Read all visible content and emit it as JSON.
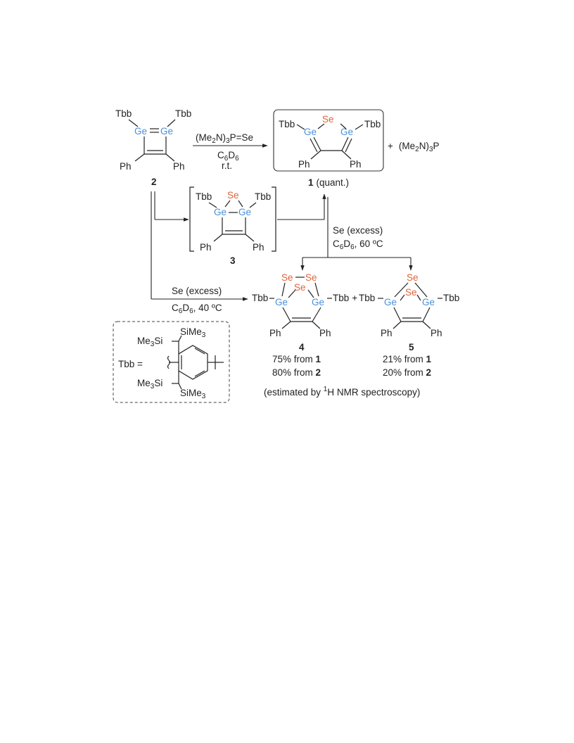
{
  "atoms": {
    "ge": "Ge",
    "se": "Se",
    "tbb": "Tbb",
    "ph": "Ph"
  },
  "colors": {
    "germanium": "#4a90d9",
    "selenium": "#e0643a",
    "ink": "#222222"
  },
  "labels": {
    "c1": "1",
    "c2": "2",
    "c3": "3",
    "c4": "4",
    "c5": "5",
    "quant": "(quant.)"
  },
  "conditions": {
    "reagent_top_a": "(Me",
    "reagent_top_b": "2",
    "reagent_top_c": "N)",
    "reagent_top_d": "3",
    "reagent_top_e": "P=Se",
    "solvent_a": "C",
    "solvent_b": "6",
    "solvent_c": "D",
    "solvent_d": "6",
    "rt": "r.t.",
    "byproduct_plus": "+",
    "byproduct_a": "(Me",
    "byproduct_b": "2",
    "byproduct_c": "N)",
    "byproduct_d": "3",
    "byproduct_e": "P",
    "se_excess": "Se (excess)",
    "temp_60": ", 60 ºC",
    "temp_40": ", 40 ºC"
  },
  "yields": {
    "y4_from1_pre": "75% from ",
    "y4_from1_cmp": "1",
    "y4_from2_pre": "80% from ",
    "y4_from2_cmp": "2",
    "y5_from1_pre": "21% from ",
    "y5_from1_cmp": "1",
    "y5_from2_pre": "20% from ",
    "y5_from2_cmp": "2",
    "note_a": "(estimated by ",
    "note_sup": "1",
    "note_b": "H NMR spectroscopy)"
  },
  "tbb_legend": {
    "tbb_eq": "Tbb =",
    "me3si": "Me",
    "three": "3",
    "si": "Si",
    "sime3": "SiMe",
    "sime3_sub": "3"
  },
  "plus": "+"
}
